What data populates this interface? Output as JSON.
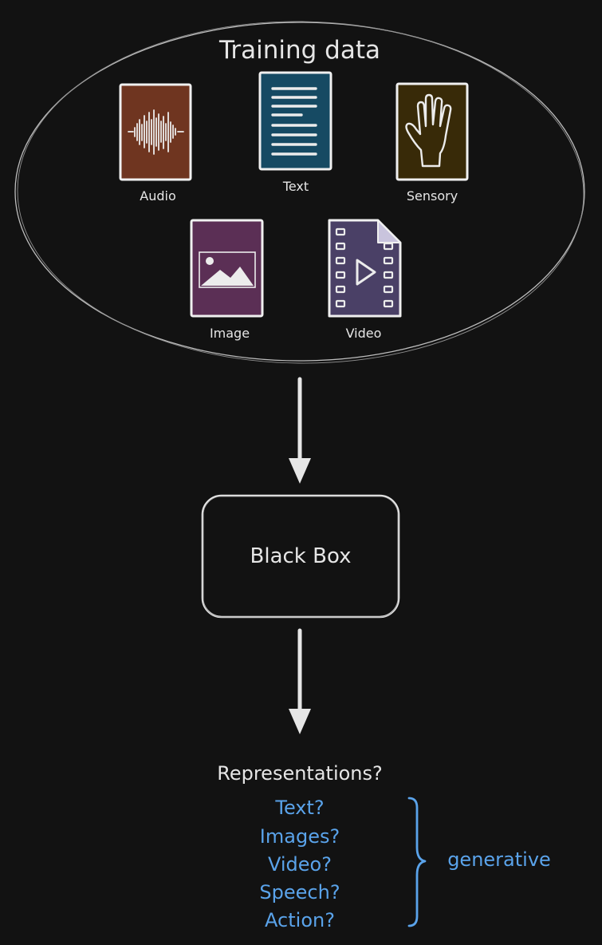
{
  "title": "Training data",
  "sources": [
    {
      "label": "Audio",
      "icon": "audio-waveform-icon",
      "color": "#6f3520"
    },
    {
      "label": "Text",
      "icon": "text-document-icon",
      "color": "#164a63"
    },
    {
      "label": "Sensory",
      "icon": "hand-icon",
      "color": "#382a08"
    },
    {
      "label": "Image",
      "icon": "landscape-image-icon",
      "color": "#5b2f55"
    },
    {
      "label": "Video",
      "icon": "film-play-icon",
      "color": "#4a4066"
    }
  ],
  "box": {
    "label": "Black Box"
  },
  "output": {
    "heading": "Representations?",
    "items": [
      "Text?",
      "Images?",
      "Video?",
      "Speech?",
      "Action?"
    ],
    "brace_label": "generative"
  },
  "colors": {
    "background": "#121212",
    "stroke": "#e6e6e6",
    "accent": "#5aa3ea"
  }
}
